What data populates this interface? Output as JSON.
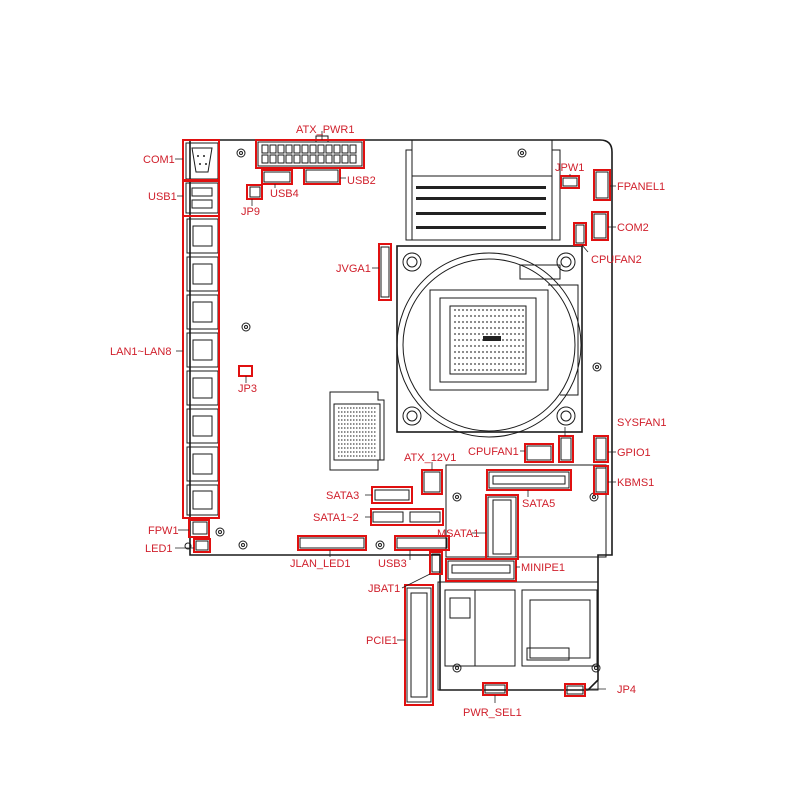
{
  "labels": {
    "com1": "COM1",
    "usb1": "USB1",
    "jp9": "JP9",
    "usb4": "USB4",
    "atx_pwr1": "ATX_PWR1",
    "usb2": "USB2",
    "jpw1": "JPW1",
    "fpanel1": "FPANEL1",
    "com2": "COM2",
    "cpufan2": "CPUFAN2",
    "jvga1": "JVGA1",
    "lan": "LAN1~LAN8",
    "jp3": "JP3",
    "sysfan1": "SYSFAN1",
    "cpufan1": "CPUFAN1",
    "gpio1": "GPIO1",
    "atx_12v1": "ATX_12V1",
    "kbms1": "KBMS1",
    "sata3": "SATA3",
    "sata5": "SATA5",
    "sata12": "SATA1~2",
    "msata1": "MSATA1",
    "fpw1": "FPW1",
    "led1": "LED1",
    "jlan_led1": "JLAN_LED1",
    "usb3": "USB3",
    "minipe1": "MINIPE1",
    "jbat1": "JBAT1",
    "pcie1": "PCIE1",
    "jp4": "JP4",
    "pwr_sel1": "PWR_SEL1"
  }
}
